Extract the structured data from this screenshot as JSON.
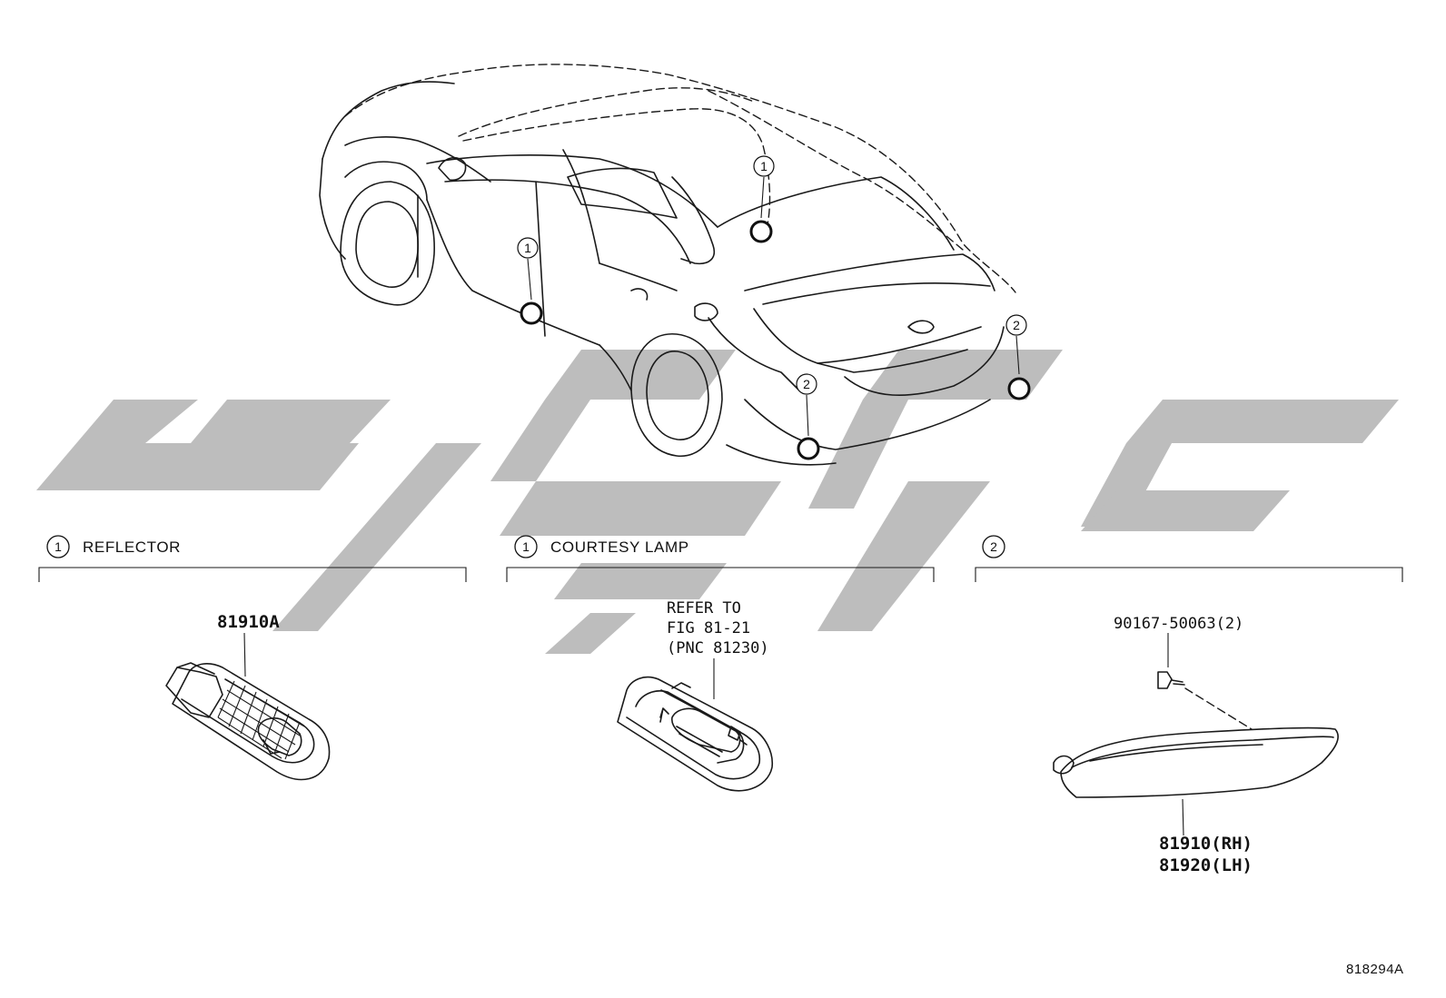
{
  "watermark": {
    "color": "#bdbdbd"
  },
  "callouts": {
    "reflector": "1",
    "courtesy": "1",
    "rear": "2"
  },
  "sections": [
    {
      "marker": "1",
      "title": "REFLECTOR"
    },
    {
      "marker": "1",
      "title": "COURTESY LAMP"
    },
    {
      "marker": "2",
      "title": ""
    }
  ],
  "parts": {
    "reflector_part": "81910A",
    "courtesy_ref_line1": "REFER TO",
    "courtesy_ref_line2": "FIG 81-21",
    "courtesy_ref_line3": "(PNC 81230)",
    "screw": "90167-50063(2)",
    "rear_reflector_rh": "81910(RH)",
    "rear_reflector_lh": "81920(LH)"
  },
  "figure_id": "818294A"
}
